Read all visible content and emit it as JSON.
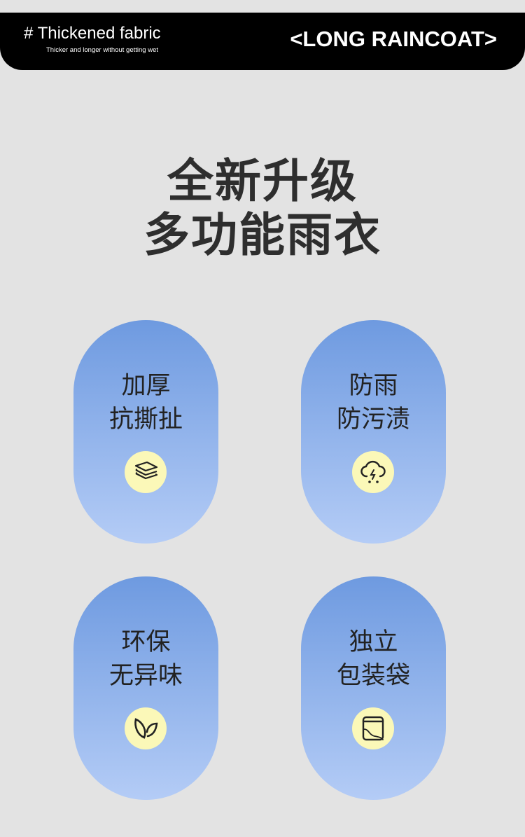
{
  "banner": {
    "title": "# Thickened fabric",
    "subtitle": "Thicker and longer without getting wet",
    "right": "<LONG RAINCOAT>"
  },
  "headline": {
    "line1": "全新升级",
    "line2": "多功能雨衣"
  },
  "features": [
    {
      "line1": "加厚",
      "line2": "抗撕扯",
      "icon": "layers-icon"
    },
    {
      "line1": "防雨",
      "line2": "防污渍",
      "icon": "rain-cloud-icon"
    },
    {
      "line1": "环保",
      "line2": "无异味",
      "icon": "leaf-icon"
    },
    {
      "line1": "独立",
      "line2": "包装袋",
      "icon": "package-bag-icon"
    }
  ],
  "colors": {
    "pill_top": "#6e9ae0",
    "pill_bottom": "#b4ccf6",
    "icon_bg": "#fbf8b8",
    "background": "#e3e3e3"
  }
}
